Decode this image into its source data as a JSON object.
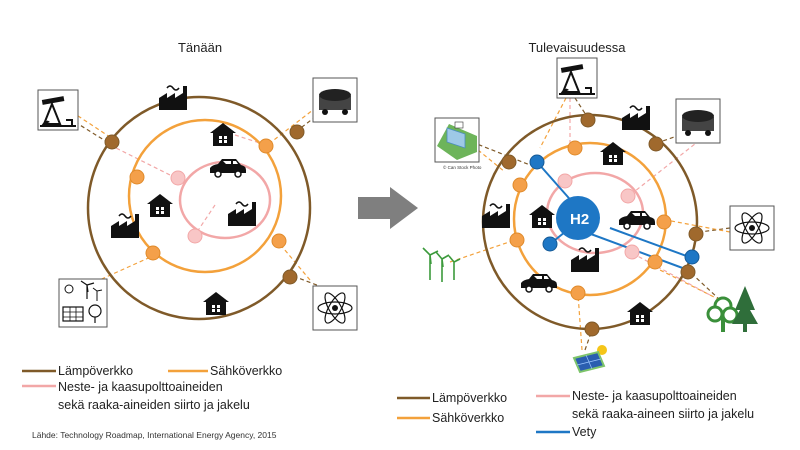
{
  "left_title": "Tänään",
  "right_title": "Tulevaisuudessa",
  "h2_label": "H2",
  "colors": {
    "heat": "#7f5a29",
    "electric": "#f3a13b",
    "fuel": "#f2a7a7",
    "hydrogen": "#1e77c5",
    "arrow": "#7f7f7f"
  },
  "legend_left": {
    "heat": "Lämpöverkko",
    "electric": "Sähköverkko",
    "fuel_line1": "Neste- ja kaasupolttoaineiden",
    "fuel_line2": "sekä raaka-aineiden siirto ja jakelu"
  },
  "legend_right": {
    "heat": "Lämpöverkko",
    "electric": "Sähköverkko",
    "fuel_line1": "Neste- ja kaasupolttoaineiden",
    "fuel_line2": "sekä raaka-aineen siirto ja jakelu",
    "hydrogen": "Vety"
  },
  "source": "Lähde: Technology Roadmap,  International Energy Agency, 2015",
  "icons": {
    "left": [
      "oil-pump-icon",
      "factory-icon",
      "house-icon",
      "coal-cart-icon",
      "car-icon",
      "factory-icon",
      "factory-icon",
      "house-icon",
      "solar-wind-icon",
      "house-icon",
      "atom-icon"
    ],
    "right": [
      "oil-pump-icon",
      "hydro-dam-icon",
      "factory-icon",
      "house-icon",
      "coal-cart-icon",
      "factory-icon",
      "house-icon",
      "car-icon",
      "atom-icon",
      "wind-turbine-icon",
      "factory-icon",
      "car-icon",
      "house-icon",
      "forest-icon",
      "solar-panel-icon"
    ]
  },
  "dam_caption": "© Can Stock Photo"
}
